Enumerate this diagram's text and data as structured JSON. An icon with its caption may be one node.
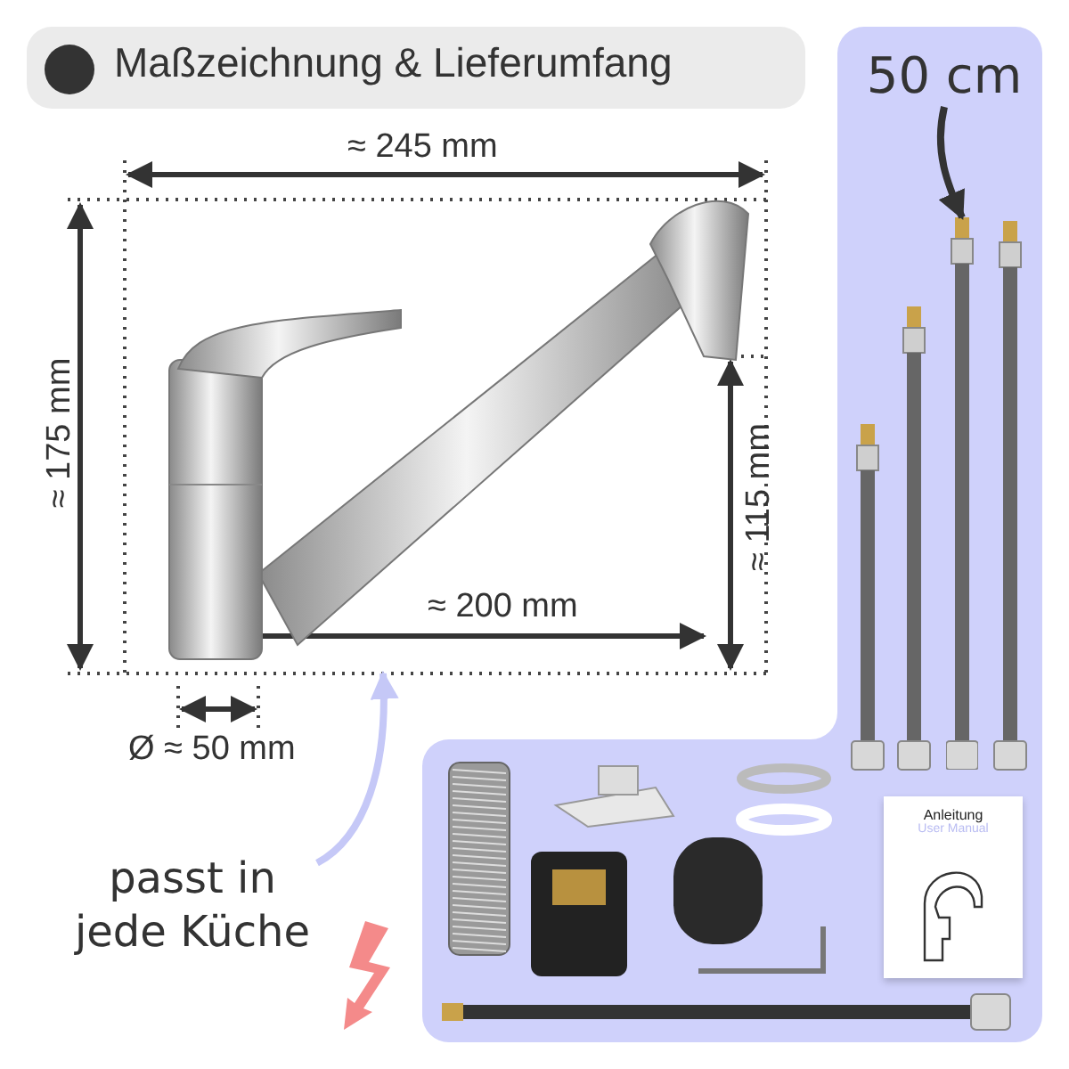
{
  "diagram": {
    "title": "Maßzeichnung & Lieferumfang",
    "nodes": [
      {
        "text": [],
        "shape": "picture"
      },
      {
        "text": [
          "passt in jede Küche"
        ]
      },
      {
        "text": [],
        "shape": "picture"
      },
      {
        "text": [
          "50 cm"
        ]
      },
      {
        "text": [
          "Anleitung",
          "User Manual"
        ]
      }
    ],
    "edges": [
      {
        "from": 1,
        "to": 0,
        "arrow": "to",
        "color": "#c5c8f7"
      },
      {
        "from": 3,
        "to": 2,
        "arrow": "to",
        "color": "#333333"
      }
    ],
    "labels": [
      "≈ 245 mm",
      "≈ 175 mm",
      "≈ 115 mm",
      "≈ 200 mm",
      "Ø ≈ 50 mm"
    ]
  }
}
